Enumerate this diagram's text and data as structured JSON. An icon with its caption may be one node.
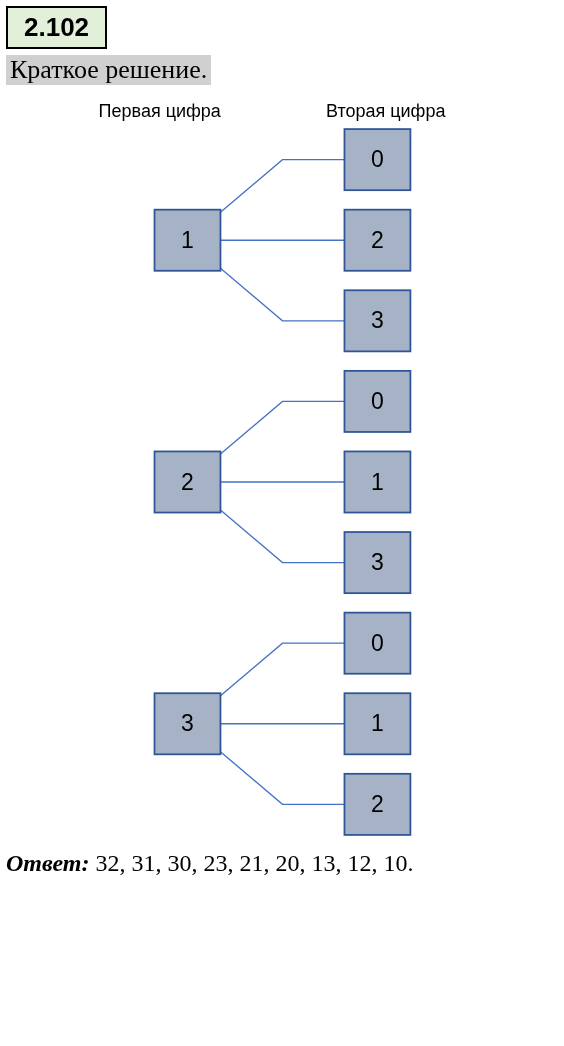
{
  "diagram": {
    "title": "2.102",
    "nodes": [
      {
        "text": [
          "1"
        ]
      },
      {
        "text": [
          "0"
        ]
      },
      {
        "text": [
          "2"
        ]
      },
      {
        "text": [
          "3"
        ]
      },
      {
        "text": [
          "2"
        ]
      },
      {
        "text": [
          "0"
        ]
      },
      {
        "text": [
          "1"
        ]
      },
      {
        "text": [
          "3"
        ]
      },
      {
        "text": [
          "3"
        ]
      },
      {
        "text": [
          "0"
        ]
      },
      {
        "text": [
          "1"
        ]
      },
      {
        "text": [
          "2"
        ]
      }
    ],
    "edges": [
      {
        "from": 0,
        "to": 1,
        "arrow": "none"
      },
      {
        "from": 0,
        "to": 2,
        "arrow": "none"
      },
      {
        "from": 0,
        "to": 3,
        "arrow": "none"
      },
      {
        "from": 4,
        "to": 5,
        "arrow": "none"
      },
      {
        "from": 4,
        "to": 6,
        "arrow": "none"
      },
      {
        "from": 4,
        "to": 7,
        "arrow": "none"
      },
      {
        "from": 8,
        "to": 9,
        "arrow": "none"
      },
      {
        "from": 8,
        "to": 10,
        "arrow": "none"
      },
      {
        "from": 8,
        "to": 11,
        "arrow": "none"
      }
    ],
    "labels": [
      "Краткое решение.",
      "Первая цифра",
      "Вторая цифра"
    ],
    "caption": "**Ответ:** 32, 31, 30, 23, 21, 20, 13, 12, 10."
  }
}
